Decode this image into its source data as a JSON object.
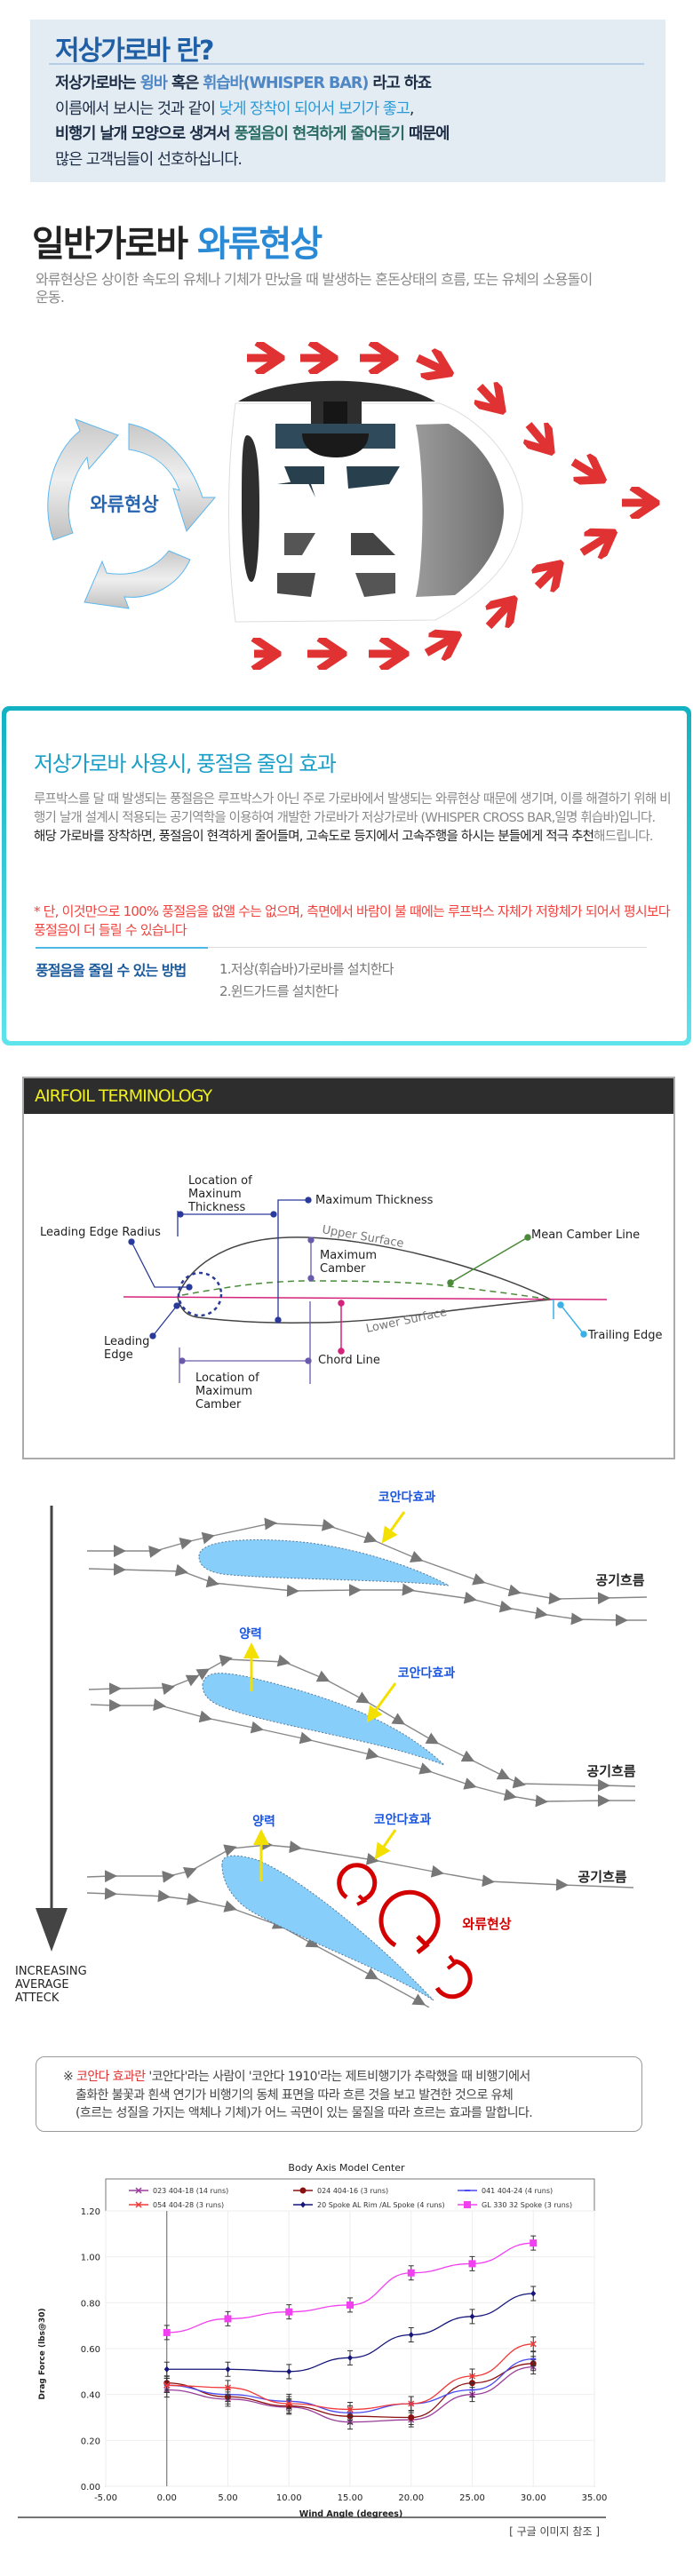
{
  "intro": {
    "title": "저상가로바 란?",
    "line1": [
      {
        "t": "저상가로바는 ",
        "c": ""
      },
      {
        "t": "윙바",
        "c": "c1"
      },
      {
        "t": " 혹은 ",
        "c": ""
      },
      {
        "t": "휘습바(WHISPER BAR)",
        "c": "c1"
      },
      {
        "t": " 라고 하죠",
        "c": ""
      }
    ],
    "line2": [
      {
        "t": "이름에서 보시는 것과 같이 ",
        "c": ""
      },
      {
        "t": "낮게 장착이 되어서 보기가 좋고",
        "c": "c2"
      },
      {
        "t": ",",
        "c": ""
      }
    ],
    "line3": [
      {
        "t": "비행기 날개 모양",
        "c": ""
      },
      {
        "t": "으로 생겨서 ",
        "c": ""
      },
      {
        "t": "풍절음이 현격하게 줄어들기",
        "c": "c3"
      },
      {
        "t": " 때문에",
        "c": ""
      }
    ],
    "line4": [
      {
        "t": "많은 고객님들이 선호하십니다.",
        "c": ""
      }
    ]
  },
  "vortex": {
    "title_black": "일반가로바",
    "title_blue": "와류현상",
    "description": "와류현상은 상이한 속도의 유체나 기체가 만났을 때 발생하는 혼돈상태의 흐름, 또는 유체의 소용돌이 운동.",
    "cycle_label": "와류현상"
  },
  "effect": {
    "title_blue": "저상가로바 사용시,",
    "title_gray": " 풍절음 줄임 효과",
    "para_gray": "루프박스를 달 때 발생되는 풍절음은 루프박스가 아닌 주로 가로바에서 발생되는 와류현상 때문에 생기며, 이를 해결하기 위해 비행기 날개 설계시 적용되는 공기역학을 이용하여 개발한 가로바가 저상가로바 (WHISPER CROSS BAR,일명 휘습바)입니다.",
    "para_dark": "해당 가로바를 장착하면, 풍절음이 현격하게 줄어들며, 고속도로 등지에서 고속주행을 하시는 분들에게 적극 추천",
    "para_tail": "해드립니다.",
    "warning": "* 단, 이것만으로 100% 풍절음을 없앨 수는 없으며, 측면에서 바람이 불 때에는 루프박스 자체가 저항체가 되어서 평시보다 풍절음이 더 들릴 수 있습니다",
    "methods_label": "풍절음을 줄일 수 있는 방법",
    "methods": [
      "1.저상(휘습바)가로바를 설치한다",
      "2.윈드가드를 설치한다"
    ]
  },
  "airfoil": {
    "header": "AIRFOIL TERMINOLOGY",
    "labels": {
      "loc_max_thick": [
        "Location of",
        "Maxinum",
        "Thickness"
      ],
      "max_thick": "Maximum Thickness",
      "le_radius": "Leading Edge Radius",
      "upper": "Upper Surface",
      "max_camber": [
        "Maximum",
        "Camber"
      ],
      "mean_camber": "Mean Camber Line",
      "lower": "Lower Surface",
      "trailing": "Trailing Edge",
      "leading": [
        "Leading",
        "Edge"
      ],
      "chord": "Chord Line",
      "loc_max_camber": [
        "Location of",
        "Maximum",
        "Camber"
      ]
    }
  },
  "flow": {
    "coanda": "코안다효과",
    "airflow": "공기흐름",
    "lift": "양력",
    "vortex": "와류현상",
    "axis": [
      "INCREASING",
      "AVERAGE",
      "ATTECK"
    ]
  },
  "note": {
    "mark": "※ ",
    "red": "코안다 효과란",
    "text1": " '코안다'라는 사람이 '코안다 1910'라는 제트비행기가 추락했을 때 비행기에서",
    "text2": "출화한 불꽃과 흰색 연기가 비행기의 동체 표면을 따라 흐른 것을 보고 발견한 것으로 유체",
    "text3": "(흐르는 성질을 가지는 액체나 기체)가 어느 곡면이 있는 물질을 따라 흐르는 효과를 말합니다."
  },
  "source": "[ 구글 이미지 참조 ]",
  "chart_data": {
    "type": "line",
    "title": "Body Axis Model Center",
    "xlabel": "Wind Angle (degrees)",
    "ylabel": "Drag Force (lbs@30)",
    "xlim": [
      -5,
      35
    ],
    "ylim": [
      0,
      1.2
    ],
    "xticks": [
      "-5.00",
      "0.00",
      "5.00",
      "10.00",
      "15.00",
      "20.00",
      "25.00",
      "30.00",
      "35.00"
    ],
    "yticks": [
      "0.00",
      "0.20",
      "0.40",
      "0.60",
      "0.80",
      "1.00",
      "1.20"
    ],
    "legend_position": "top",
    "x": [
      0,
      5,
      10,
      15,
      20,
      25,
      30
    ],
    "series": [
      {
        "name": "023   404-18 (14 runs)",
        "color": "#9a3d9a",
        "marker": "x",
        "values": [
          0.42,
          0.38,
          0.345,
          0.28,
          0.29,
          0.4,
          0.52
        ]
      },
      {
        "name": "024   404-16 (3 runs)",
        "color": "#8b1010",
        "marker": "circle",
        "values": [
          0.45,
          0.39,
          0.35,
          0.305,
          0.3,
          0.45,
          0.535
        ]
      },
      {
        "name": "041   404-24 (4 runs)",
        "color": "#4a4af0",
        "marker": "dash",
        "values": [
          0.44,
          0.4,
          0.37,
          0.32,
          0.36,
          0.42,
          0.555
        ]
      },
      {
        "name": "054   404-28 (3 runs)",
        "color": "#f03a3a",
        "marker": "x",
        "values": [
          0.44,
          0.43,
          0.36,
          0.335,
          0.36,
          0.48,
          0.62
        ]
      },
      {
        "name": "20 Spoke AL Rim /AL Spoke (4 runs)",
        "color": "#15157a",
        "marker": "diamond",
        "values": [
          0.51,
          0.51,
          0.5,
          0.56,
          0.66,
          0.74,
          0.84
        ]
      },
      {
        "name": "GL 330 32 Spoke (3 runs)",
        "color": "#f040f0",
        "marker": "square",
        "values": [
          0.67,
          0.73,
          0.76,
          0.79,
          0.93,
          0.97,
          1.06
        ]
      }
    ]
  }
}
